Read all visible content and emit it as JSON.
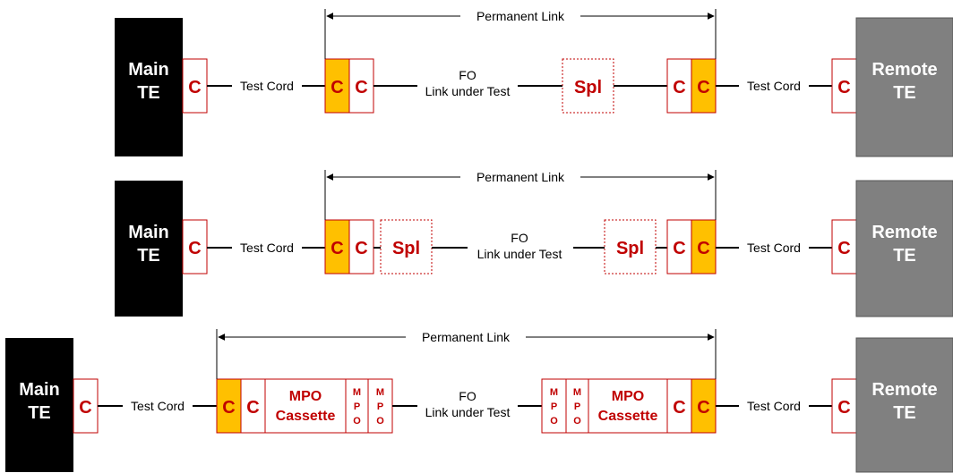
{
  "labels": {
    "main_te_1": "Main",
    "main_te_2": "TE",
    "remote_te_1": "Remote",
    "remote_te_2": "TE",
    "connector": "C",
    "test_cord": "Test Cord",
    "permanent_link": "Permanent Link",
    "fo_1": "FO",
    "fo_2": "Link under Test",
    "splice": "Spl",
    "mpo_cassette_1": "MPO",
    "mpo_cassette_2": "Cassette",
    "mpo_m": "M",
    "mpo_p": "P",
    "mpo_o": "O"
  },
  "colors": {
    "main_te": "#000000",
    "remote_te": "#808080",
    "connector_border": "#c00000",
    "connector_text": "#c00000",
    "connector_highlight": "#ffc000",
    "splice_border": "#c00000",
    "line": "#000000"
  }
}
